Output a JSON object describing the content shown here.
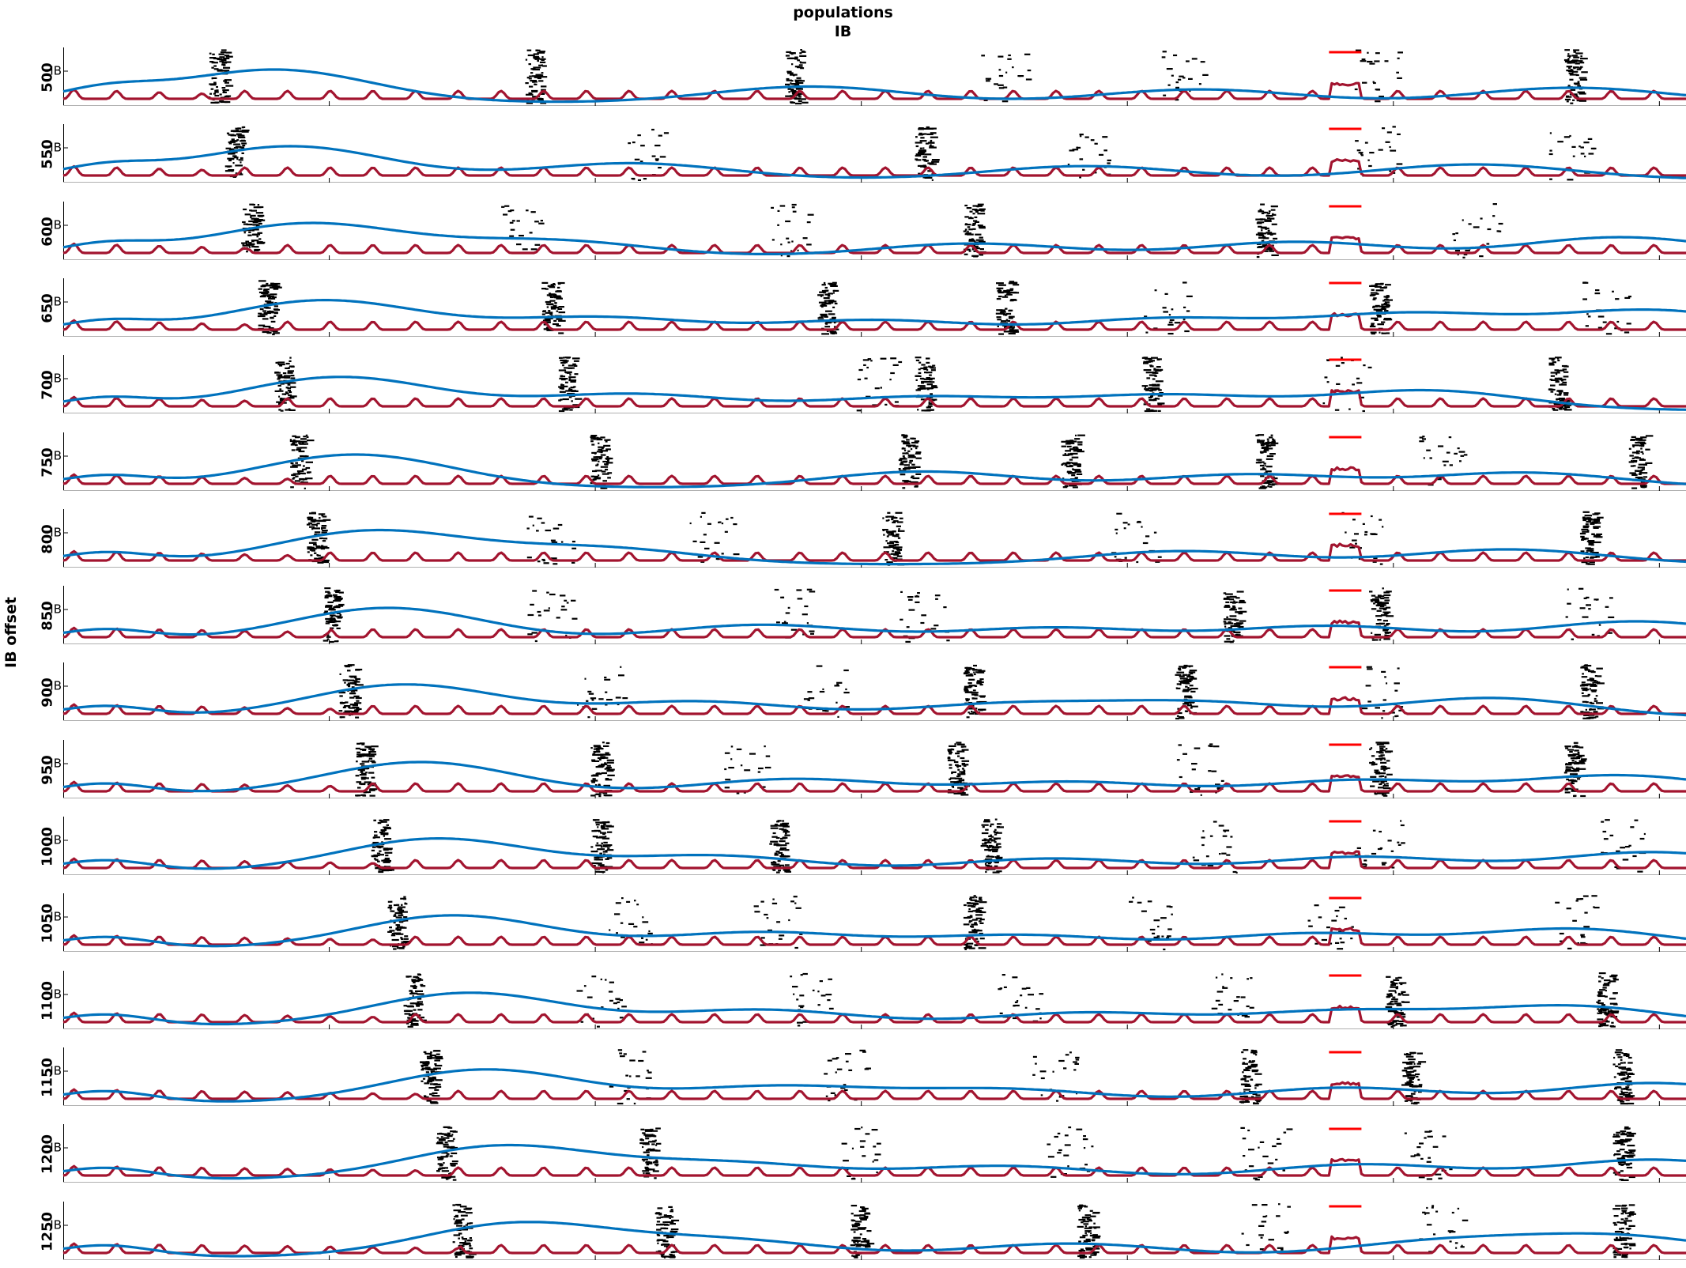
{
  "title": [
    "populations",
    "IB"
  ],
  "ylabel": "IB offset",
  "panel_ytick_label": "IB",
  "colors": {
    "raster": "#000000",
    "pop_rate": "#a2142f",
    "smoothed": "#0072bd",
    "stim_bar": "#ff0000",
    "axis": "#000000"
  },
  "chart_data": {
    "type": "line",
    "description_series": [
      "spike raster",
      "population activity",
      "smoothed activity",
      "stimulus marker"
    ],
    "panels": [
      {
        "offset": 500,
        "burst_x": 0.095,
        "peaks": [
          0.13,
          0.46,
          0.7,
          0.93
        ],
        "extra_bursts": [
          0.29,
          0.45,
          0.58,
          0.69,
          0.81,
          0.93
        ],
        "stim": [
          0.78,
          0.8
        ]
      },
      {
        "offset": 550,
        "burst_x": 0.105,
        "peaks": [
          0.14,
          0.35,
          0.63,
          0.87
        ],
        "extra_bursts": [
          0.36,
          0.53,
          0.63,
          0.81,
          0.93
        ],
        "stim": [
          0.78,
          0.8
        ]
      },
      {
        "offset": 600,
        "burst_x": 0.115,
        "peaks": [
          0.15,
          0.3,
          0.56,
          0.76,
          0.96
        ],
        "extra_bursts": [
          0.28,
          0.45,
          0.56,
          0.74,
          0.87
        ],
        "stim": [
          0.78,
          0.8
        ]
      },
      {
        "offset": 650,
        "burst_x": 0.125,
        "peaks": [
          0.16,
          0.33,
          0.5,
          0.68,
          0.83,
          0.98
        ],
        "extra_bursts": [
          0.3,
          0.47,
          0.58,
          0.68,
          0.81,
          0.95
        ],
        "stim": [
          0.78,
          0.8
        ]
      },
      {
        "offset": 700,
        "burst_x": 0.135,
        "peaks": [
          0.17,
          0.35,
          0.53,
          0.68,
          0.84
        ],
        "extra_bursts": [
          0.31,
          0.5,
          0.53,
          0.67,
          0.79,
          0.92
        ],
        "stim": [
          0.78,
          0.8
        ]
      },
      {
        "offset": 750,
        "burst_x": 0.145,
        "peaks": [
          0.18,
          0.53,
          0.73,
          0.9
        ],
        "extra_bursts": [
          0.33,
          0.52,
          0.62,
          0.74,
          0.85,
          0.97
        ],
        "stim": [
          0.78,
          0.8
        ]
      },
      {
        "offset": 800,
        "burst_x": 0.155,
        "peaks": [
          0.19,
          0.33,
          0.69,
          0.89
        ],
        "extra_bursts": [
          0.3,
          0.4,
          0.51,
          0.66,
          0.8,
          0.94
        ],
        "stim": [
          0.78,
          0.8
        ]
      },
      {
        "offset": 850,
        "burst_x": 0.165,
        "peaks": [
          0.2,
          0.43,
          0.61,
          0.78,
          0.97
        ],
        "extra_bursts": [
          0.3,
          0.45,
          0.53,
          0.72,
          0.81,
          0.94
        ],
        "stim": [
          0.78,
          0.8
        ]
      },
      {
        "offset": 900,
        "burst_x": 0.175,
        "peaks": [
          0.21,
          0.39,
          0.58,
          0.7,
          0.88
        ],
        "extra_bursts": [
          0.33,
          0.47,
          0.56,
          0.69,
          0.81,
          0.94
        ],
        "stim": [
          0.78,
          0.8
        ]
      },
      {
        "offset": 950,
        "burst_x": 0.185,
        "peaks": [
          0.22,
          0.45,
          0.62,
          0.8,
          0.96
        ],
        "extra_bursts": [
          0.33,
          0.42,
          0.55,
          0.7,
          0.81,
          0.93
        ],
        "stim": [
          0.78,
          0.8
        ]
      },
      {
        "offset": 1000,
        "burst_x": 0.195,
        "peaks": [
          0.23,
          0.4,
          0.61,
          0.8,
          0.98
        ],
        "extra_bursts": [
          0.33,
          0.44,
          0.57,
          0.71,
          0.81,
          0.96
        ],
        "stim": [
          0.78,
          0.8
        ]
      },
      {
        "offset": 1050,
        "burst_x": 0.205,
        "peaks": [
          0.24,
          0.43,
          0.59,
          0.77,
          0.93
        ],
        "extra_bursts": [
          0.35,
          0.44,
          0.56,
          0.67,
          0.78,
          0.93
        ],
        "stim": [
          0.78,
          0.8
        ]
      },
      {
        "offset": 1100,
        "burst_x": 0.215,
        "peaks": [
          0.25,
          0.43,
          0.63,
          0.79,
          0.93
        ],
        "extra_bursts": [
          0.33,
          0.46,
          0.59,
          0.72,
          0.82,
          0.95
        ],
        "stim": [
          0.78,
          0.8
        ]
      },
      {
        "offset": 1150,
        "burst_x": 0.225,
        "peaks": [
          0.26,
          0.44,
          0.58,
          0.79,
          0.98
        ],
        "extra_bursts": [
          0.35,
          0.48,
          0.61,
          0.73,
          0.83,
          0.96
        ],
        "stim": [
          0.78,
          0.8
        ]
      },
      {
        "offset": 1200,
        "burst_x": 0.235,
        "peaks": [
          0.27,
          0.41,
          0.58,
          0.8,
          0.98
        ],
        "extra_bursts": [
          0.36,
          0.49,
          0.62,
          0.74,
          0.84,
          0.96
        ],
        "stim": [
          0.78,
          0.8
        ]
      },
      {
        "offset": 1250,
        "burst_x": 0.245,
        "peaks": [
          0.28,
          0.41,
          0.62,
          0.85,
          0.96
        ],
        "extra_bursts": [
          0.37,
          0.49,
          0.63,
          0.74,
          0.85,
          0.96
        ],
        "stim": [
          0.78,
          0.8
        ]
      }
    ]
  }
}
